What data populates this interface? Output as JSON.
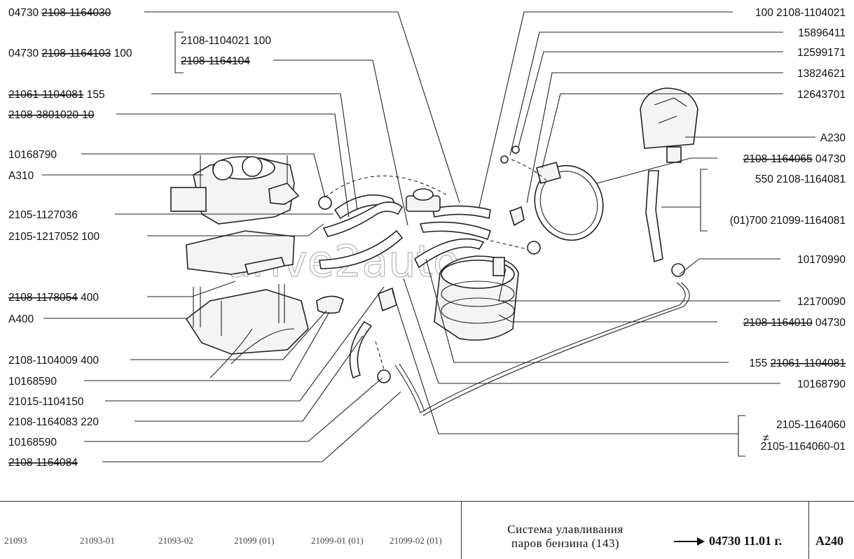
{
  "watermark": "drive2auto",
  "labels_left": [
    {
      "pre": "04730 ",
      "code": "2108-1164030",
      "post": "",
      "struck": true
    },
    {
      "pre": "04730 ",
      "code": "2108-1164103",
      "post": " 100",
      "struck": true
    },
    {
      "pre": "",
      "code": "2108-1104021",
      "post": "  100",
      "struck": false
    },
    {
      "pre": "",
      "code": "2108-1164104",
      "post": "",
      "struck": true
    },
    {
      "pre": "",
      "code": "21061-1104081",
      "post": "  155",
      "struck": true
    },
    {
      "pre": "",
      "code": "2108-3801020-10",
      "post": "",
      "struck": true
    },
    {
      "pre": "",
      "code": "10168790",
      "post": "",
      "struck": false
    },
    {
      "pre": "",
      "code": "A310",
      "post": "",
      "struck": false
    },
    {
      "pre": "",
      "code": "2105-1127036",
      "post": "",
      "struck": false
    },
    {
      "pre": "",
      "code": "2105-1217052",
      "post": "  100",
      "struck": false
    },
    {
      "pre": "",
      "code": "2108-1178054",
      "post": "  400",
      "struck": true
    },
    {
      "pre": "",
      "code": "A400",
      "post": "",
      "struck": false
    },
    {
      "pre": "",
      "code": "2108-1104009",
      "post": "  400",
      "struck": false
    },
    {
      "pre": "",
      "code": "10168590",
      "post": "",
      "struck": false
    },
    {
      "pre": "",
      "code": "21015-1104150",
      "post": "",
      "struck": false
    },
    {
      "pre": "",
      "code": "2108-1164083",
      "post": "  220",
      "struck": false
    },
    {
      "pre": "",
      "code": "10168590",
      "post": "",
      "struck": false
    },
    {
      "pre": "",
      "code": "2108-1164084",
      "post": "",
      "struck": true
    }
  ],
  "labels_right": [
    {
      "pre": "100  ",
      "code": "2108-1104021",
      "post": "",
      "struck": false
    },
    {
      "pre": "",
      "code": "15896411",
      "post": "",
      "struck": false
    },
    {
      "pre": "",
      "code": "12599171",
      "post": "",
      "struck": false
    },
    {
      "pre": "",
      "code": "13824621",
      "post": "",
      "struck": false
    },
    {
      "pre": "",
      "code": "12643701",
      "post": "",
      "struck": false
    },
    {
      "pre": "",
      "code": "A230",
      "post": "",
      "struck": false
    },
    {
      "pre": "",
      "code": "2108-1164065",
      "post": "  04730",
      "struck": true
    },
    {
      "pre": "550   ",
      "code": "2108-1164081",
      "post": "",
      "struck": false
    },
    {
      "pre": "(01)700  ",
      "code": "21099-1164081",
      "post": "",
      "struck": false
    },
    {
      "pre": "",
      "code": "10170990",
      "post": "",
      "struck": false
    },
    {
      "pre": "",
      "code": "12170090",
      "post": "",
      "struck": false
    },
    {
      "pre": "",
      "code": "2108-1164010",
      "post": "  04730",
      "struck": true
    },
    {
      "pre": "155  ",
      "code": "21061-1104081",
      "post": "",
      "struck": true
    },
    {
      "pre": "",
      "code": "10168790",
      "post": "",
      "struck": false
    },
    {
      "pre": "",
      "code": "2105-1164060",
      "post": "",
      "struck": false
    },
    {
      "pre": "",
      "code": "2105-1164060-01",
      "post": "",
      "struck": false
    }
  ],
  "neq_symbol": "≠",
  "footer": {
    "models": [
      "21093",
      "21093-01",
      "21093-02",
      "21099 (01)",
      "21099-01 (01)",
      "21099-02 (01)"
    ],
    "title_line1": "Система улавливания",
    "title_line2": "паров бензина (143)",
    "date": "04730 11.01 г.",
    "page_code": "A240"
  }
}
